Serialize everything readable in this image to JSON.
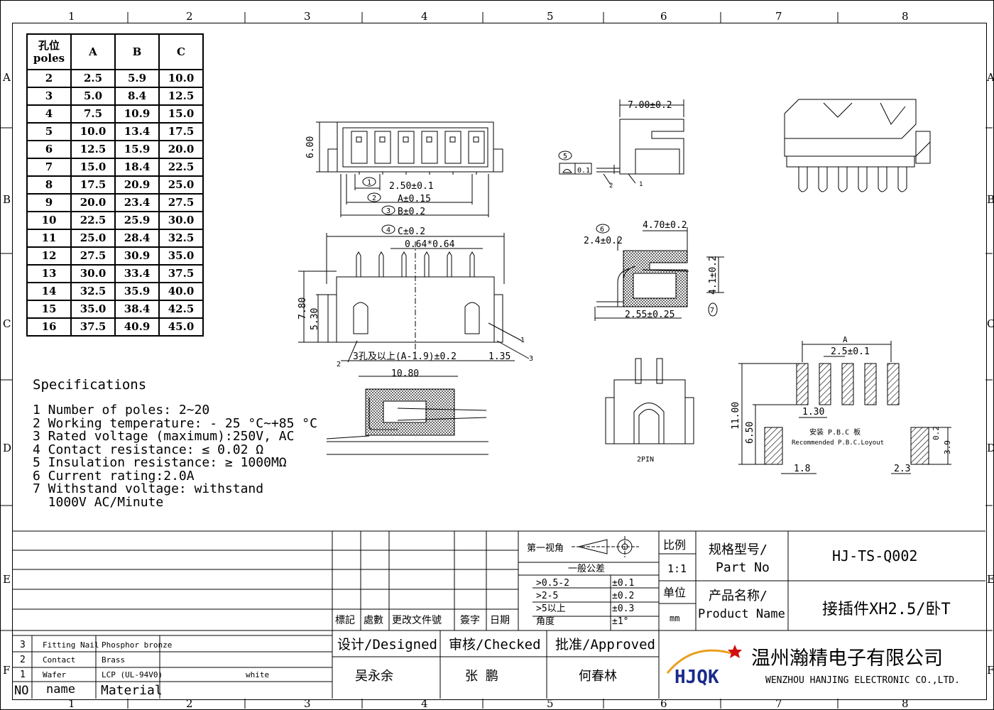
{
  "zones": {
    "columns": [
      "1",
      "2",
      "3",
      "4",
      "5",
      "6",
      "7",
      "8"
    ],
    "rows": [
      "A",
      "B",
      "C",
      "D",
      "E",
      "F"
    ]
  },
  "pole_table": {
    "header": {
      "poles_cn": "孔位",
      "poles_en": "poles",
      "a": "A",
      "b": "B",
      "c": "C"
    },
    "rows": [
      [
        "2",
        "2.5",
        "5.9",
        "10.0"
      ],
      [
        "3",
        "5.0",
        "8.4",
        "12.5"
      ],
      [
        "4",
        "7.5",
        "10.9",
        "15.0"
      ],
      [
        "5",
        "10.0",
        "13.4",
        "17.5"
      ],
      [
        "6",
        "12.5",
        "15.9",
        "20.0"
      ],
      [
        "7",
        "15.0",
        "18.4",
        "22.5"
      ],
      [
        "8",
        "17.5",
        "20.9",
        "25.0"
      ],
      [
        "9",
        "20.0",
        "23.4",
        "27.5"
      ],
      [
        "10",
        "22.5",
        "25.9",
        "30.0"
      ],
      [
        "11",
        "25.0",
        "28.4",
        "32.5"
      ],
      [
        "12",
        "27.5",
        "30.9",
        "35.0"
      ],
      [
        "13",
        "30.0",
        "33.4",
        "37.5"
      ],
      [
        "14",
        "32.5",
        "35.9",
        "40.0"
      ],
      [
        "15",
        "35.0",
        "38.4",
        "42.5"
      ],
      [
        "16",
        "37.5",
        "40.9",
        "45.0"
      ]
    ]
  },
  "specifications": {
    "title": "Specifications",
    "items": [
      "1 Number of poles: 2~20",
      "2 Working temperature: - 25 °C~+85 °C",
      "3 Rated voltage (maximum):250V, AC",
      "4 Contact resistance: ≤ 0.02 Ω",
      "5 Insulation resistance: ≥ 1000MΩ",
      "6 Current rating:2.0A",
      "7 Withstand voltage: withstand",
      "  1000V AC/Minute"
    ]
  },
  "dims": {
    "d6_00": "6.00",
    "d2_50": "2.50±0.1",
    "dA": "A±0.15",
    "dB": "B±0.2",
    "dC": "C±0.2",
    "d064": "0.64*0.64",
    "d7_80": "7.80",
    "d5_30": "5.30",
    "d3hole": "3孔及以上(A-1.9)±0.2",
    "d1_35": "1.35",
    "d10_80": "10.80",
    "d7_00": "7.00±0.2",
    "d0_1": "0.1",
    "d4_70": "4.70±0.2",
    "d2_4": "2.4±0.2",
    "d4_1": "4.1±0.2",
    "d2_55": "2.55±0.25",
    "pin2": "2PIN",
    "pcbA": "A",
    "pcb2_5": "2.5±0.1",
    "pcb11": "11.00",
    "pcb1_30": "1.30",
    "pcb6_50": "6.50",
    "pcb_cn": "安装 P.B.C 板",
    "pcb_en": "Recommended P.B.C.Loyout",
    "pcb0_2": "0.2",
    "pcb3_9": "3.9",
    "pcb1_8": "1.8",
    "pcb2_3": "2.3",
    "c1": "1",
    "c2": "2",
    "c3": "3",
    "c4": "4",
    "c5": "5",
    "c6": "6",
    "c7": "7"
  },
  "title_block": {
    "rev_headers": [
      "標記",
      "處數",
      "更改文件號",
      "簽字",
      "日期"
    ],
    "projection": "第一视角",
    "tolerance_title": "一般公差",
    "tolerances": [
      {
        "range": ">0.5-2",
        "tol": "±0.1"
      },
      {
        "range": ">2-5",
        "tol": "±0.2"
      },
      {
        "range": ">5以上",
        "tol": "±0.3"
      },
      {
        "range": "角度",
        "tol": "±1°"
      }
    ],
    "scale_label": "比例",
    "scale_value": "1:1",
    "unit_label": "单位",
    "unit_value": "mm",
    "part_no_label_cn": "规格型号/",
    "part_no_label_en": "Part No",
    "part_no": "HJ-TS-Q002",
    "product_label_cn": "产品名称/",
    "product_label_en": "Product Name",
    "product_name": "接插件XH2.5/卧T",
    "designed_label": "设计/Designed",
    "checked_label": "审核/Checked",
    "approved_label": "批准/Approved",
    "designer": "吴永余",
    "checker": "张 鹏",
    "approver": "何春林",
    "logo_text": "HJQK",
    "company_cn": "温州瀚精电子有限公司",
    "company_en": "WENZHOU HANJING ELECTRONIC CO.,LTD.",
    "bom_header": {
      "no": "NO",
      "name": "name",
      "material": "Material"
    },
    "bom": [
      {
        "no": "3",
        "name": "Fitting Nail",
        "material": "Phosphor bronze",
        "note": ""
      },
      {
        "no": "2",
        "name": "Contact",
        "material": "Brass",
        "note": ""
      },
      {
        "no": "1",
        "name": "Wafer",
        "material": "LCP (UL-94V0)",
        "note": "white"
      }
    ]
  }
}
